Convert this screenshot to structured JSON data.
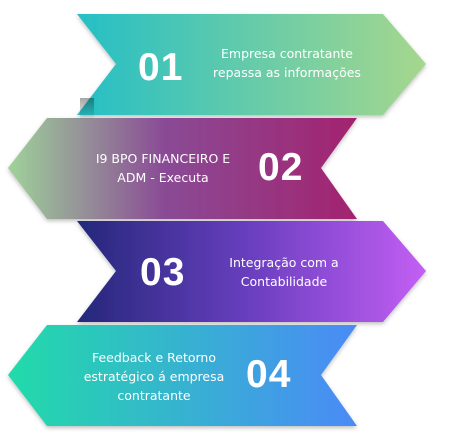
{
  "steps": [
    {
      "number": "01",
      "lines": [
        "Empresa contratante",
        "repassa as informações"
      ]
    },
    {
      "number": "02",
      "lines": [
        "I9 BPO FINANCEIRO E",
        "ADM - Executa"
      ]
    },
    {
      "number": "03",
      "lines": [
        "Integração com a",
        "Contabilidade"
      ]
    },
    {
      "number": "04",
      "lines": [
        "Feedback e Retorno",
        "estratégico á empresa",
        "contratante"
      ]
    }
  ],
  "colors": {
    "step1": [
      "#2bc3c3",
      "#a2d68e"
    ],
    "step2": [
      "#9c2f87",
      "#9fd18f"
    ],
    "step3": [
      "#2b2a8f",
      "#c45cf0"
    ],
    "step4": [
      "#2ad6b0",
      "#4e8cf5"
    ]
  }
}
